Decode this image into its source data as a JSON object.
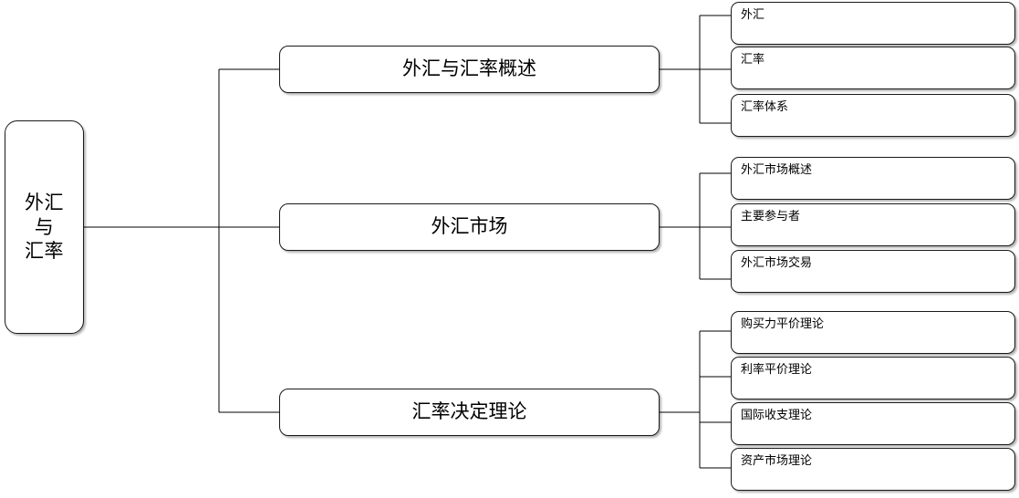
{
  "diagram": {
    "type": "mind-map",
    "title": "外汇与汇率",
    "background_color": "#ffffff",
    "node_border_color": "#1a1a1a",
    "node_fill_color": "#ffffff",
    "connector_color": "#000000",
    "root": {
      "label": "外汇\n与\n汇率",
      "label_line1": "外汇",
      "label_line2": "与",
      "label_line3": "汇率"
    },
    "branches": [
      {
        "label": "外汇与汇率概述",
        "children": [
          {
            "label": "外汇"
          },
          {
            "label": "汇率"
          },
          {
            "label": "汇率体系"
          }
        ]
      },
      {
        "label": "外汇市场",
        "children": [
          {
            "label": "外汇市场概述"
          },
          {
            "label": "主要参与者"
          },
          {
            "label": "外汇市场交易"
          }
        ]
      },
      {
        "label": "汇率决定理论",
        "children": [
          {
            "label": "购买力平价理论"
          },
          {
            "label": "利率平价理论"
          },
          {
            "label": "国际收支理论"
          },
          {
            "label": "资产市场理论"
          }
        ]
      }
    ]
  }
}
